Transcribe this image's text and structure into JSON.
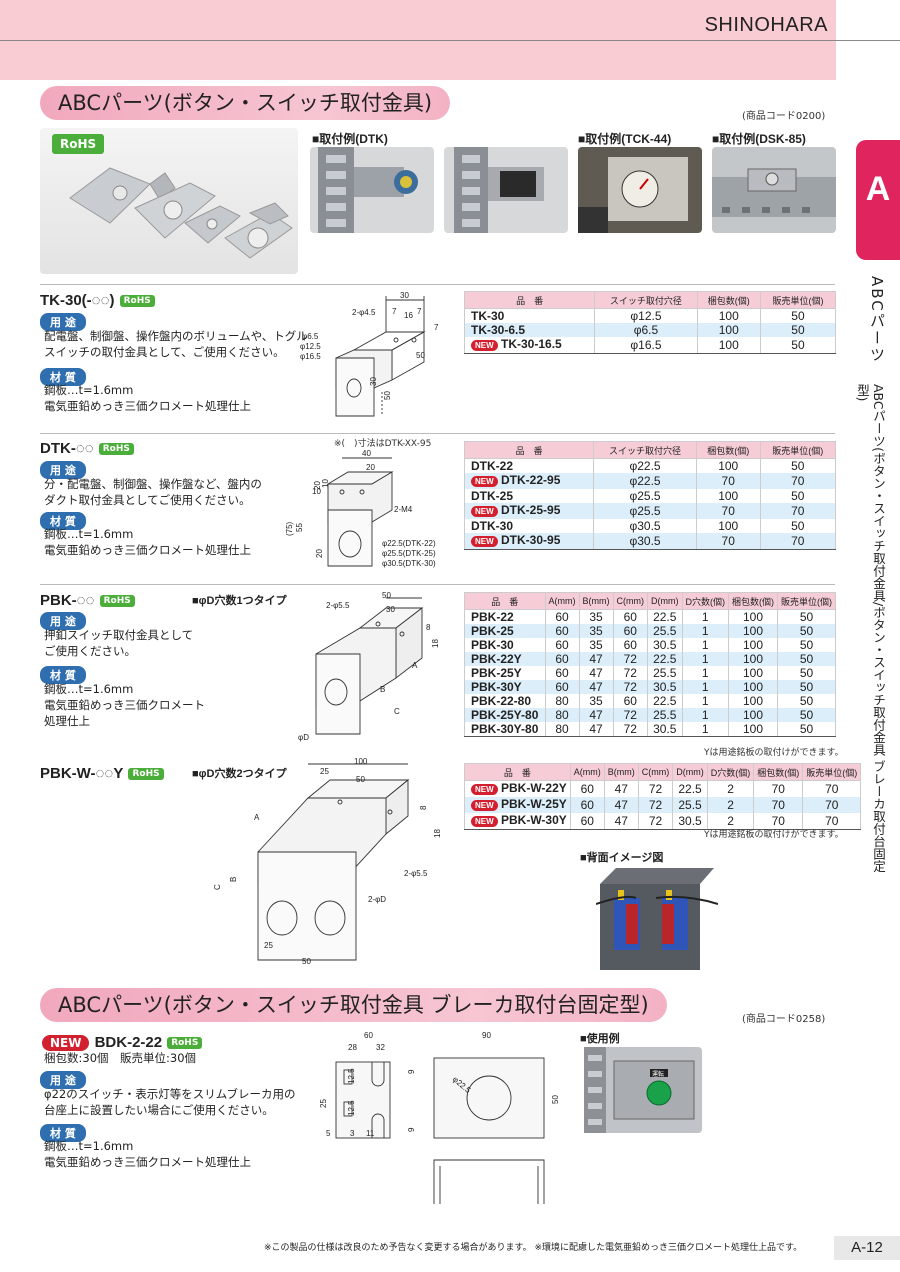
{
  "header": {
    "brand": "SHINOHARA"
  },
  "side": {
    "tab_letter": "A",
    "label_main": "ABCパーツ",
    "label_sub": "ABCパーツ(ボタン・スイッチ取付金具/ボタン・スイッチ取付金具 ブレーカ取付台固定型)"
  },
  "section1": {
    "title": "ABCパーツ(ボタン・スイッチ取付金具)",
    "code": "(商品コード0200)",
    "rohs": "RoHS",
    "captions": [
      "■取付例(DTK)",
      "■取付例(TCK-44)",
      "■取付例(DSK-85)"
    ]
  },
  "common": {
    "rohs": "RoHS",
    "usage_tag": "用 途",
    "material_tag": "材 質",
    "new": "NEW"
  },
  "tk": {
    "name": "TK-30(-◌◌)",
    "usage": [
      "配電盤、制御盤、操作盤内のボリュームや、トグル",
      "スイッチの取付金具として、ご使用ください。"
    ],
    "material": [
      "鋼板…t=1.6mm",
      "電気亜鉛めっき三価クロメート処理仕上"
    ],
    "headers": [
      "品　番",
      "スイッチ取付穴径",
      "梱包数(個)",
      "販売単位(個)"
    ],
    "rows": [
      {
        "pn": "TK-30",
        "d": "φ12.5",
        "pack": "100",
        "unit": "50",
        "isnew": false
      },
      {
        "pn": "TK-30-6.5",
        "d": "φ6.5",
        "pack": "100",
        "unit": "50",
        "isnew": false
      },
      {
        "pn": "TK-30-16.5",
        "d": "φ16.5",
        "pack": "100",
        "unit": "50",
        "isnew": true
      }
    ],
    "dims": [
      "30",
      "2-φ4.5",
      "7",
      "16",
      "7",
      "7",
      "50",
      "φ6.5",
      "φ12.5",
      "φ16.5",
      "30",
      "50"
    ]
  },
  "dtk": {
    "name": "DTK-◌◌",
    "note": "※(　)寸法はDTK-XX-95",
    "usage": [
      "分・配電盤、制御盤、操作盤など、盤内の",
      "ダクト取付金具としてご使用ください。"
    ],
    "material": [
      "鋼板…t=1.6mm",
      "電気亜鉛めっき三価クロメート処理仕上"
    ],
    "headers": [
      "品　番",
      "スイッチ取付穴径",
      "梱包数(個)",
      "販売単位(個)"
    ],
    "rows": [
      {
        "pn": "DTK-22",
        "d": "φ22.5",
        "pack": "100",
        "unit": "50",
        "isnew": false
      },
      {
        "pn": "DTK-22-95",
        "d": "φ22.5",
        "pack": "70",
        "unit": "70",
        "isnew": true
      },
      {
        "pn": "DTK-25",
        "d": "φ25.5",
        "pack": "100",
        "unit": "50",
        "isnew": false
      },
      {
        "pn": "DTK-25-95",
        "d": "φ25.5",
        "pack": "70",
        "unit": "70",
        "isnew": true
      },
      {
        "pn": "DTK-30",
        "d": "φ30.5",
        "pack": "100",
        "unit": "50",
        "isnew": false
      },
      {
        "pn": "DTK-30-95",
        "d": "φ30.5",
        "pack": "70",
        "unit": "70",
        "isnew": true
      }
    ],
    "dims": [
      "40",
      "20",
      "20",
      "10",
      "10",
      "2-M4",
      "(75)",
      "55",
      "20",
      "φ22.5(DTK-22)",
      "φ25.5(DTK-25)",
      "φ30.5(DTK-30)"
    ]
  },
  "pbk": {
    "name": "PBK-◌◌",
    "type": "■φD穴数1つタイプ",
    "usage": [
      "押釦スイッチ取付金具として",
      "ご使用ください。"
    ],
    "material": [
      "鋼板…t=1.6mm",
      "電気亜鉛めっき三価クロメート",
      "処理仕上"
    ],
    "headers": [
      "品　番",
      "A(mm)",
      "B(mm)",
      "C(mm)",
      "D(mm)",
      "D穴数(個)",
      "梱包数(個)",
      "販売単位(個)"
    ],
    "rows": [
      [
        "PBK-22",
        "60",
        "35",
        "60",
        "22.5",
        "1",
        "100",
        "50"
      ],
      [
        "PBK-25",
        "60",
        "35",
        "60",
        "25.5",
        "1",
        "100",
        "50"
      ],
      [
        "PBK-30",
        "60",
        "35",
        "60",
        "30.5",
        "1",
        "100",
        "50"
      ],
      [
        "PBK-22Y",
        "60",
        "47",
        "72",
        "22.5",
        "1",
        "100",
        "50"
      ],
      [
        "PBK-25Y",
        "60",
        "47",
        "72",
        "25.5",
        "1",
        "100",
        "50"
      ],
      [
        "PBK-30Y",
        "60",
        "47",
        "72",
        "30.5",
        "1",
        "100",
        "50"
      ],
      [
        "PBK-22-80",
        "80",
        "35",
        "60",
        "22.5",
        "1",
        "100",
        "50"
      ],
      [
        "PBK-25Y-80",
        "80",
        "47",
        "72",
        "25.5",
        "1",
        "100",
        "50"
      ],
      [
        "PBK-30Y-80",
        "80",
        "47",
        "72",
        "30.5",
        "1",
        "100",
        "50"
      ]
    ],
    "note": "Yは用途銘板の取付けができます。",
    "dims": [
      "50",
      "2-φ5.5",
      "30",
      "8",
      "18",
      "A",
      "B",
      "C",
      "φD"
    ]
  },
  "pbkw": {
    "name": "PBK-W-◌◌Y",
    "type": "■φD穴数2つタイプ",
    "headers": [
      "品　番",
      "A(mm)",
      "B(mm)",
      "C(mm)",
      "D(mm)",
      "D穴数(個)",
      "梱包数(個)",
      "販売単位(個)"
    ],
    "rows": [
      [
        "PBK-W-22Y",
        "60",
        "47",
        "72",
        "22.5",
        "2",
        "70",
        "70"
      ],
      [
        "PBK-W-25Y",
        "60",
        "47",
        "72",
        "25.5",
        "2",
        "70",
        "70"
      ],
      [
        "PBK-W-30Y",
        "60",
        "47",
        "72",
        "30.5",
        "2",
        "70",
        "70"
      ]
    ],
    "note": "Yは用途銘板の取付けができます。",
    "back_caption": "■背面イメージ図",
    "dims": [
      "100",
      "25",
      "50",
      "8",
      "18",
      "A",
      "C",
      "B",
      "2-φ5.5",
      "2-φD",
      "25",
      "50"
    ]
  },
  "section2": {
    "title": "ABCパーツ(ボタン・スイッチ取付金具 ブレーカ取付台固定型)",
    "code": "(商品コード0258)",
    "product": "BDK-2-22",
    "pack": "梱包数:30個　販売単位:30個",
    "usage": [
      "φ22のスイッチ・表示灯等をスリムブレーカ用の",
      "台座上に設置したい場合にご使用ください。"
    ],
    "material": [
      "鋼板…t=1.6mm",
      "電気亜鉛めっき三価クロメート処理仕上"
    ],
    "example_caption": "■使用例",
    "dims": [
      "60",
      "28",
      "32",
      "9",
      "12.5",
      "25",
      "12.5",
      "9",
      "5",
      "3",
      "11",
      "90",
      "φ22.5",
      "50"
    ],
    "label_plate": "運転"
  },
  "footer": {
    "note": "※この製品の仕様は改良のため予告なく変更する場合があります。 ※環境に配慮した電気亜鉛めっき三価クロメート処理仕上品です。",
    "page": "A-12"
  }
}
